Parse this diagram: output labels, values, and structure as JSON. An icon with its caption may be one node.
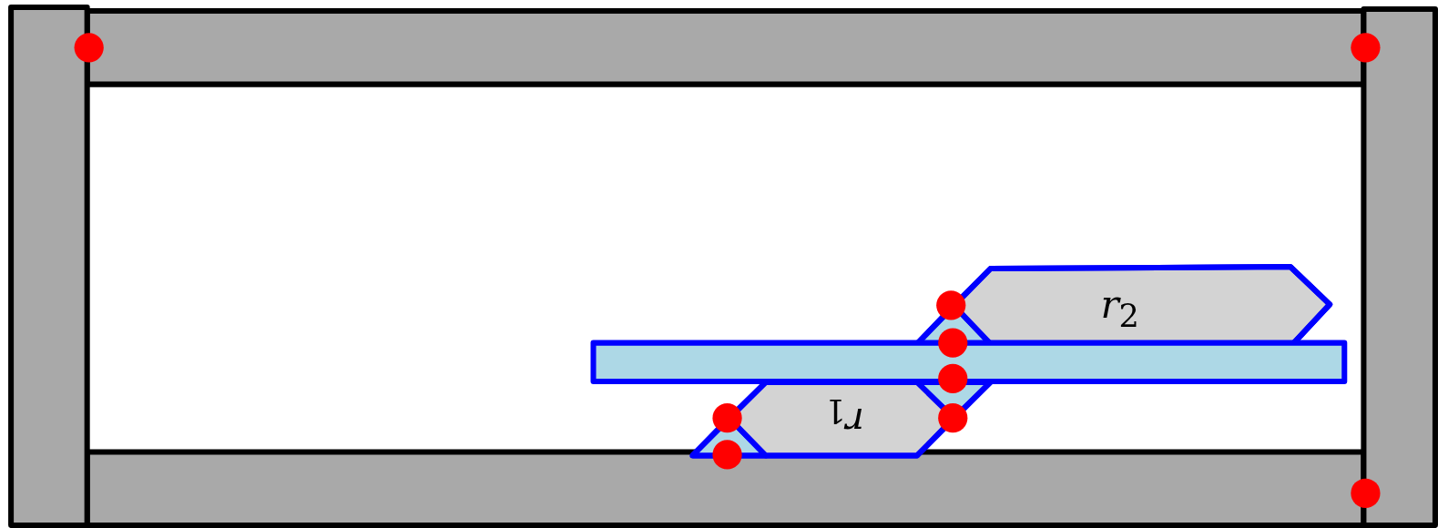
{
  "diagram": {
    "nodes": [
      {
        "text": [
          "*r*$_{2}$"
        ]
      },
      {
        "text": [
          "*r*$_{1}$"
        ]
      },
      {
        "text": [],
        "shape": "bar"
      }
    ]
  }
}
